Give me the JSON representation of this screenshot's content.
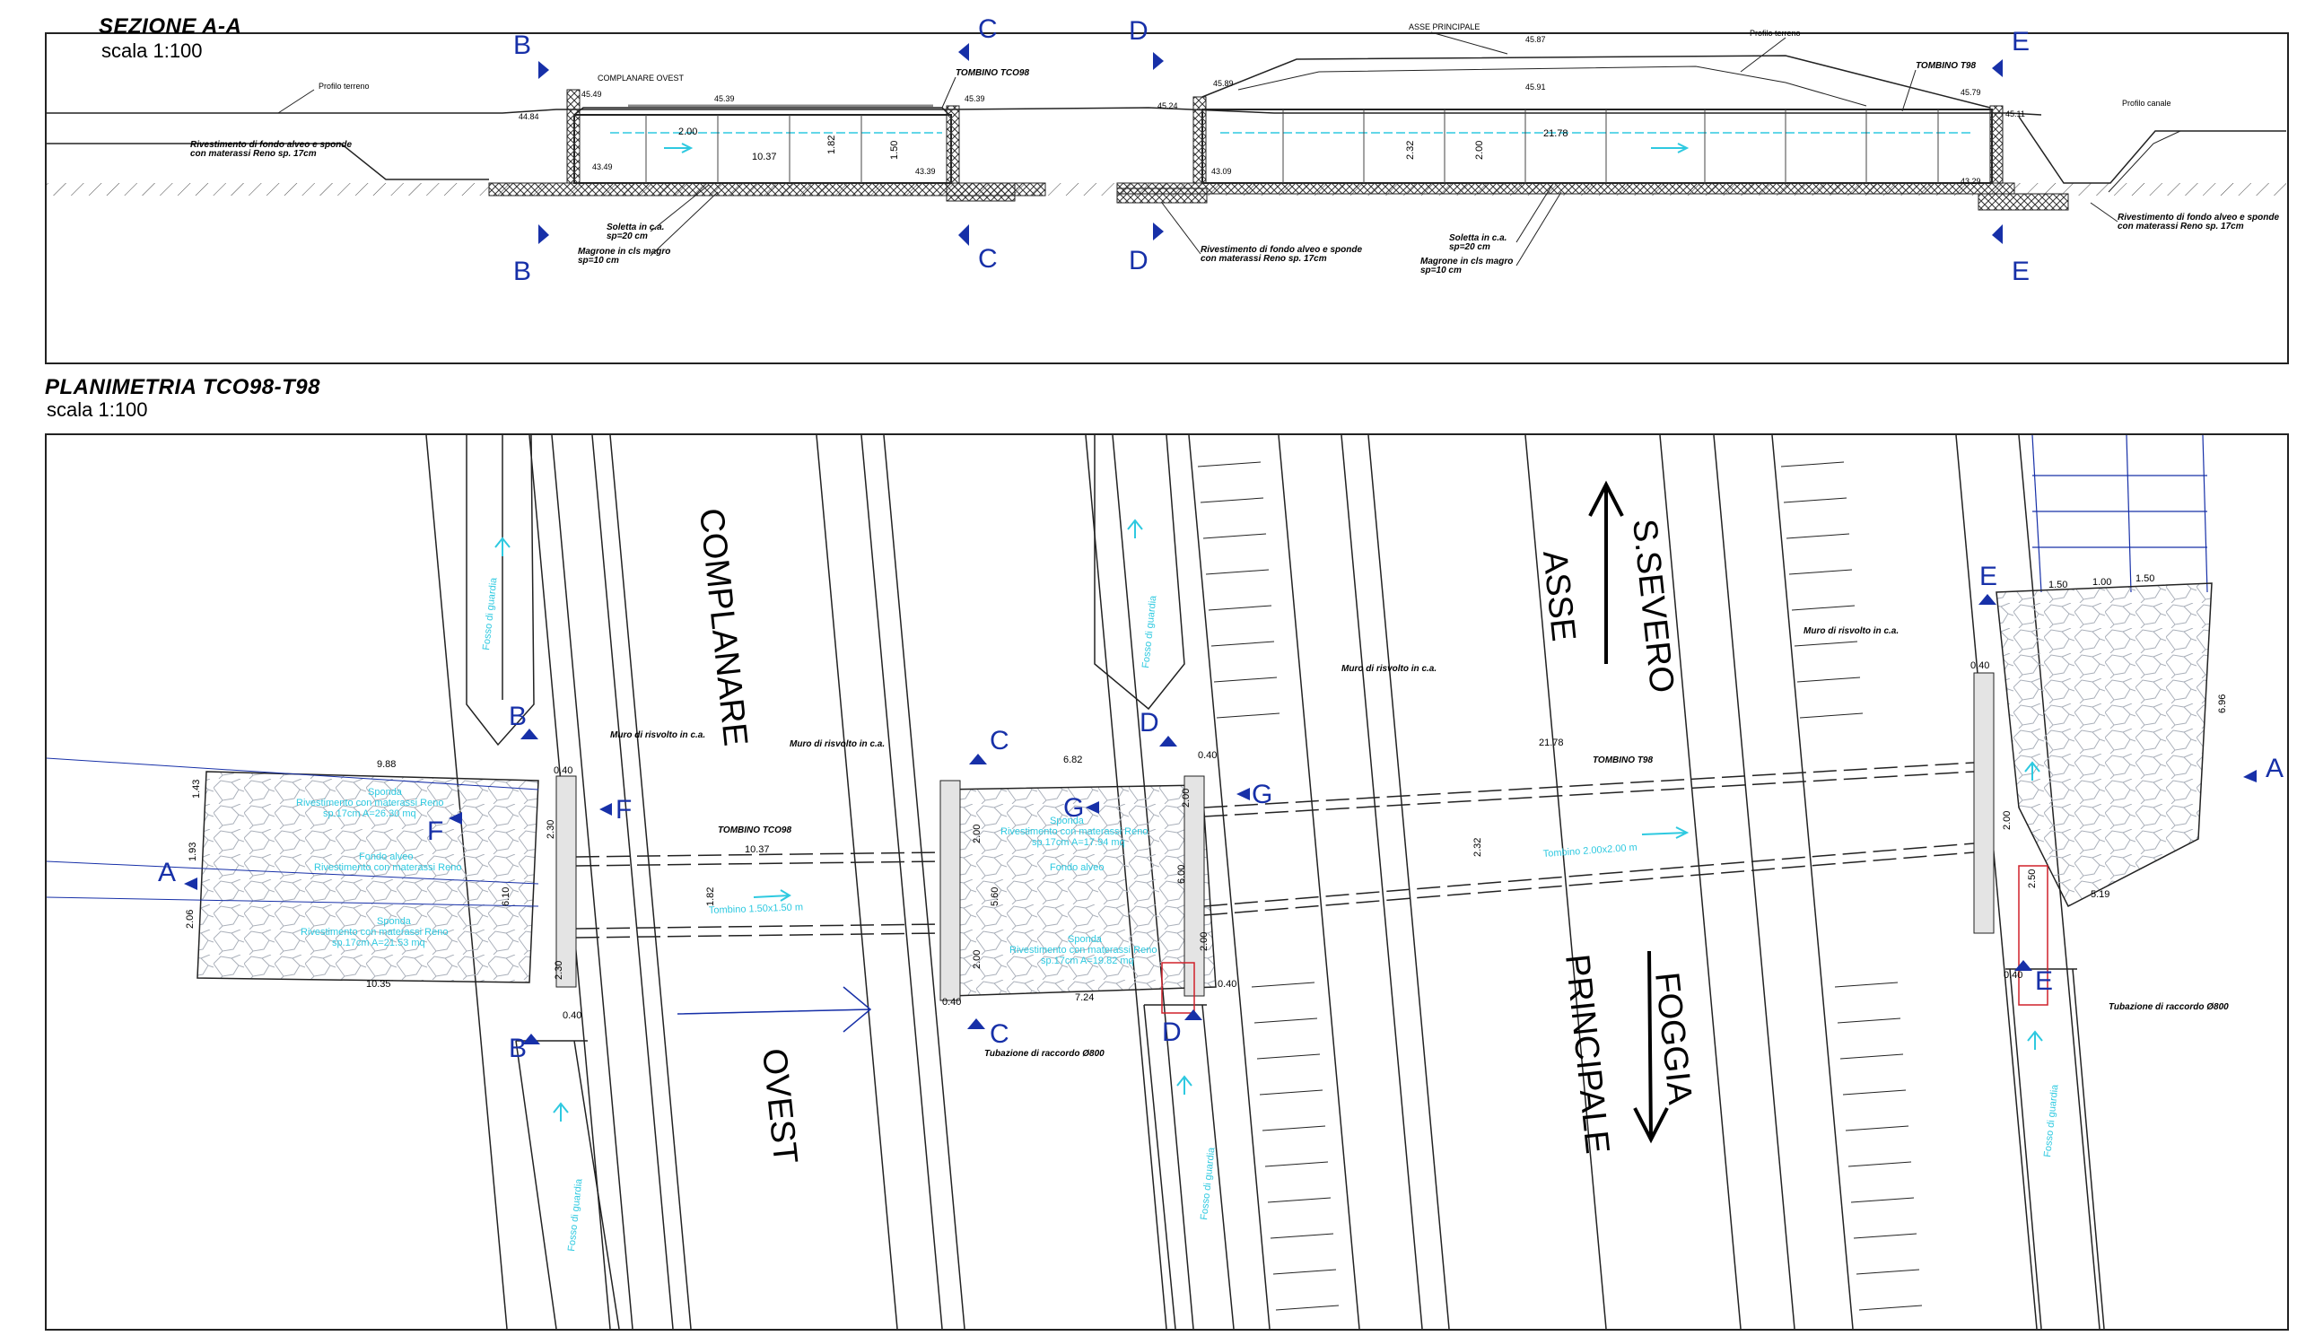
{
  "section": {
    "title": "SEZIONE A-A",
    "scale": "scala 1:100",
    "labels": {
      "profilo_terreno": "Profilo terreno",
      "profilo_canale": "Profilo canale",
      "complanare_ovest": "COMPLANARE OVEST",
      "asse_principale": "ASSE PRINCIPALE",
      "tombino_tco98": "TOMBINO TCO98",
      "tombino_t98": "TOMBINO T98",
      "rivestimento_l1": "Rivestimento di fondo alveo e sponde",
      "rivestimento_l2": "con materassi Reno sp. 17cm",
      "soletta_l1": "Soletta in c.a.",
      "soletta_l2": "sp=20 cm",
      "magrone_l1": "Magrone in cls magro",
      "magrone_l2": "sp=10 cm"
    },
    "elevations": [
      "44.84",
      "45.49",
      "45.39",
      "45.39",
      "45.24",
      "45.89",
      "45.87",
      "45.91",
      "45.79",
      "45.11",
      "43.49",
      "43.39",
      "43.09",
      "43.29"
    ],
    "dims": {
      "w1": "2.00",
      "w2": "10.37",
      "h1": "1.82",
      "h2": "1.50",
      "w3": "21.78",
      "h3": "2.32",
      "h4": "2.00"
    },
    "letters": [
      "B",
      "B",
      "C",
      "C",
      "D",
      "D",
      "E",
      "E"
    ]
  },
  "plan": {
    "title": "PLANIMETRIA TCO98-T98",
    "scale": "scala 1:100",
    "roads": {
      "complanare": "COMPLANARE",
      "ovest": "OVEST",
      "asse": "ASSE",
      "s_severo": "S.SEVERO",
      "principale": "PRINCIPALE",
      "foggia": "FOGGIA"
    },
    "labels": {
      "fosso": "Fosso di guardia",
      "muro": "Muro di risvolto in c.a.",
      "tombino_tco98": "TOMBINO TCO98",
      "tombino_t98": "TOMBINO T98",
      "tubazione": "Tubazione di raccordo Ø800",
      "tombino_small": "Tombino 1.50x1.50 m",
      "tombino_big": "Tombino 2.00x2.00 m",
      "sponda": "Sponda",
      "riv_sponda": "Rivestimento con materassi Reno",
      "riv_a": "sp.17cm A=26.30 mq",
      "riv_b": "sp.17cm A=21.53 mq",
      "riv_c": "sp.17cm A=17.94 mq",
      "riv_d": "sp.17cm A=19.82 mq",
      "fondo": "Fondo alveo"
    },
    "dims": {
      "d988": "9.88",
      "d1035": "10.35",
      "d1037": "10.37",
      "d682": "6.82",
      "d724": "7.24",
      "d2178": "21.78",
      "d232": "2.32",
      "d182": "1.82",
      "d150a": "1.50",
      "d100": "1.00",
      "d150b": "1.50",
      "d696": "6.96",
      "d519": "5.19",
      "d250": "2.50",
      "d040": "0.40",
      "d200": "2.00",
      "d143": "1.43",
      "d193": "1.93",
      "d206": "2.06",
      "d600": "6.00",
      "d610": "6.10",
      "d560": "5.60",
      "d230": "2.30"
    },
    "letters": [
      "A",
      "A",
      "B",
      "B",
      "C",
      "C",
      "D",
      "D",
      "E",
      "E",
      "F",
      "F",
      "G",
      "G"
    ]
  },
  "colors": {
    "line": "#222222",
    "blue": "#1730a8",
    "cyan": "#2ec9e0",
    "red": "#d0202a",
    "stone": "#b9bfc8"
  }
}
